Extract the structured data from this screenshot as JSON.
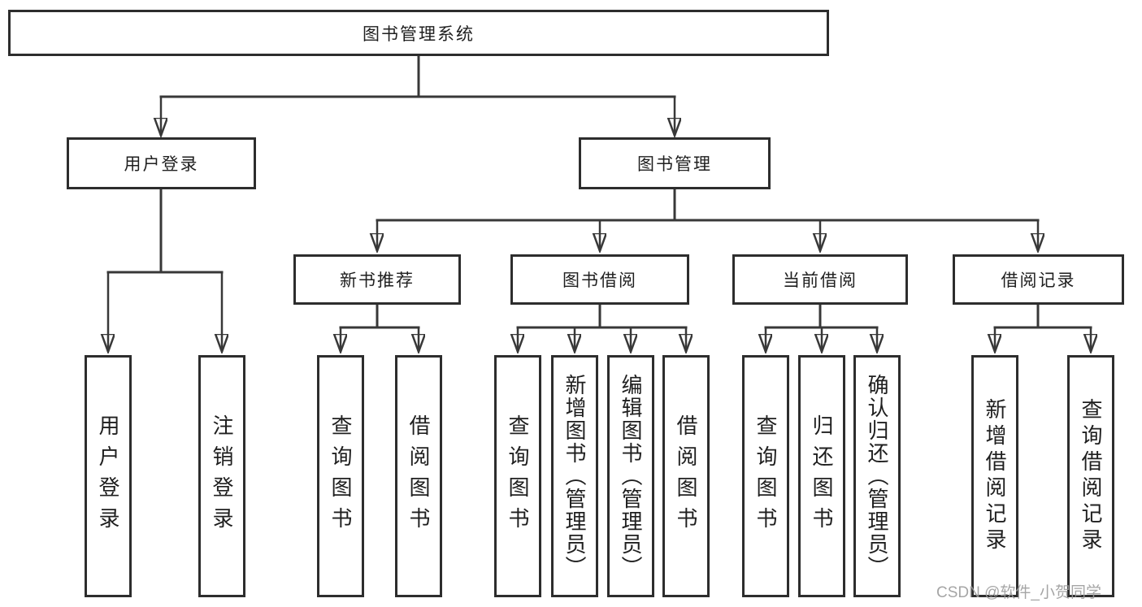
{
  "diagram": {
    "type": "tree",
    "title": "图书管理系统",
    "colors": {
      "line": "#383838",
      "border": "#2d2d2d",
      "text": "#1f1f1f",
      "background": "#ffffff",
      "watermark": "#9c9c9c"
    },
    "root": {
      "label": "图书管理系统"
    },
    "level2": [
      {
        "label": "用户登录",
        "parent": "图书管理系统"
      },
      {
        "label": "图书管理",
        "parent": "图书管理系统"
      }
    ],
    "level3": [
      {
        "label": "新书推荐",
        "parent": "图书管理"
      },
      {
        "label": "图书借阅",
        "parent": "图书管理"
      },
      {
        "label": "当前借阅",
        "parent": "图书管理"
      },
      {
        "label": "借阅记录",
        "parent": "图书管理"
      }
    ],
    "leaves": [
      {
        "label": "用户登录",
        "parent": "用户登录"
      },
      {
        "label": "注销登录",
        "parent": "用户登录"
      },
      {
        "label": "查询图书",
        "parent": "新书推荐"
      },
      {
        "label": "借阅图书",
        "parent": "新书推荐"
      },
      {
        "label": "查询图书",
        "parent": "图书借阅"
      },
      {
        "label": "新增图书（管理员）",
        "parent": "图书借阅"
      },
      {
        "label": "编辑图书（管理员）",
        "parent": "图书借阅"
      },
      {
        "label": "借阅图书",
        "parent": "图书借阅"
      },
      {
        "label": "查询图书",
        "parent": "当前借阅"
      },
      {
        "label": "归还图书",
        "parent": "当前借阅"
      },
      {
        "label": "确认归还（管理员）",
        "parent": "当前借阅"
      },
      {
        "label": "新增借阅记录",
        "parent": "借阅记录"
      },
      {
        "label": "查询借阅记录",
        "parent": "借阅记录"
      }
    ]
  },
  "watermark": {
    "text": "CSDN @软件_小贺同学"
  }
}
